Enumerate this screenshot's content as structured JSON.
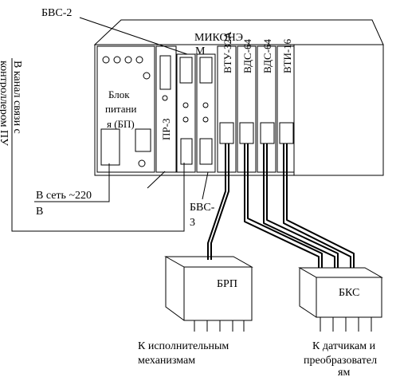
{
  "labels": {
    "bvs2_top": "БВС-2",
    "mikonm_line1": "МИКОНЭ",
    "mikonm_line2": "М",
    "psu_line1": "Блок",
    "psu_line2": "питани",
    "psu_line3": "я (БП)",
    "pr3": "ПР-3",
    "vtu32a": "ВТУ-32А",
    "vds64a": "ВДС-64",
    "vds64b": "ВДС-64",
    "vti16": "ВТИ-16",
    "channel_line1": "В канал связи с",
    "channel_line2": "контроллером ПУ",
    "mains_line1": "В сеть ~220",
    "mains_line2": "В",
    "bvs3_line1": "БВС-",
    "bvs3_line2": "3",
    "brp": "БРП",
    "bks": "БКС",
    "actuators_line1": "К исполнительным",
    "actuators_line2": "механизмам",
    "sensors_line1": "К датчикам и",
    "sensors_line2": "преобразовател",
    "sensors_line3": "ям"
  }
}
